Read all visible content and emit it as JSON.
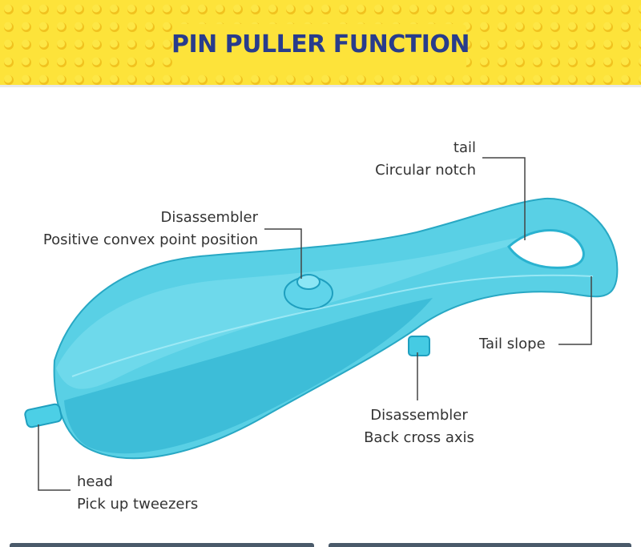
{
  "title": "PIN PULLER FUNCTION",
  "labels": {
    "tail_line1": "tail",
    "tail_line2": "Circular notch",
    "disassembler_top_line1": "Disassembler",
    "disassembler_top_line2": "Positive convex point position",
    "tail_slope": "Tail slope",
    "disassembler_back_line1": "Disassembler",
    "disassembler_back_line2": "Back cross axis",
    "head_line1": "head",
    "head_line2": "Pick up tweezers"
  },
  "colors": {
    "banner": "#fde33a",
    "title": "#283c8c",
    "product": "#3cc8e0",
    "leader_line": "#444444"
  }
}
